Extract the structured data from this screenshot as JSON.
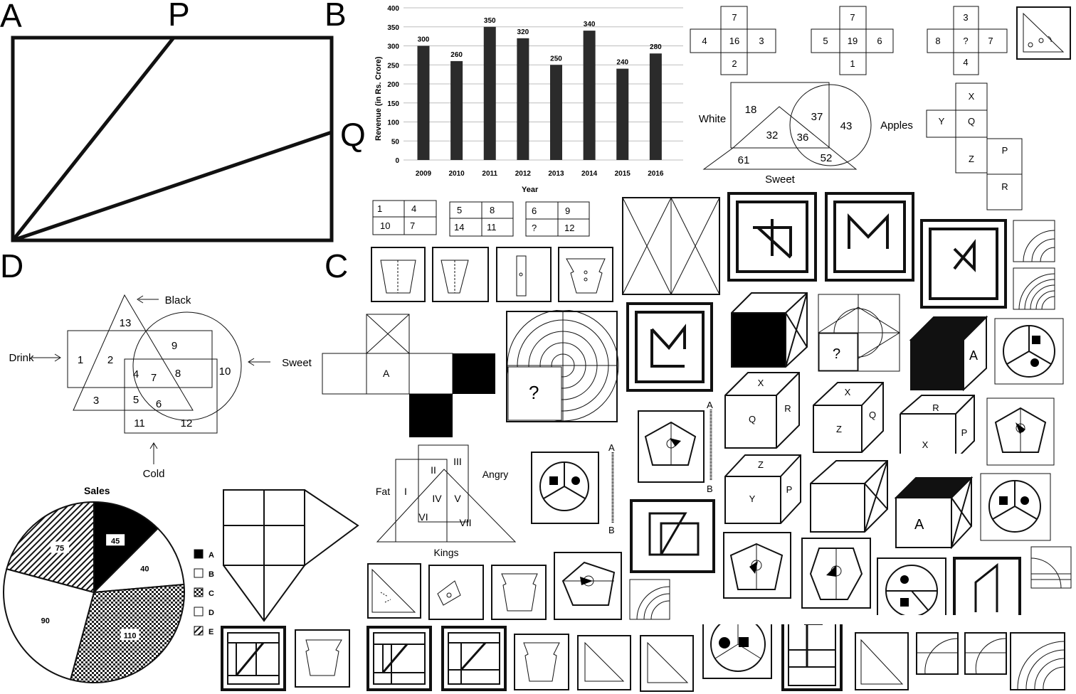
{
  "rect_figure": {
    "labels": {
      "a": "A",
      "p": "P",
      "b": "B",
      "q": "Q",
      "d": "D",
      "c": "C"
    }
  },
  "revenue_chart": {
    "chart_data": {
      "type": "bar",
      "categories": [
        "2009",
        "2010",
        "2011",
        "2012",
        "2013",
        "2014",
        "2015",
        "2016"
      ],
      "values": [
        300,
        260,
        350,
        320,
        250,
        340,
        240,
        280
      ],
      "ylabel": "Revenue (in Rs. Crore)",
      "xlabel": "Year",
      "ylim": [
        0,
        400
      ],
      "yticks": [
        "0",
        "50",
        "100",
        "150",
        "200",
        "250",
        "300",
        "350",
        "400"
      ],
      "grid": true,
      "bar_color": "#2b2b2b"
    }
  },
  "number_crosses": [
    {
      "top": "7",
      "left": "4",
      "center": "16",
      "right": "3",
      "bottom": "2"
    },
    {
      "top": "7",
      "left": "5",
      "center": "19",
      "right": "6",
      "bottom": "1"
    },
    {
      "top": "3",
      "left": "8",
      "center": "?",
      "right": "7",
      "bottom": "4"
    }
  ],
  "venn_food": {
    "labels": {
      "white": "White",
      "apples": "Apples",
      "sweet": "Sweet"
    },
    "values": [
      "18",
      "32",
      "36",
      "37",
      "43",
      "61",
      "52"
    ]
  },
  "cube_net_letters": {
    "x": "X",
    "y": "Y",
    "q": "Q",
    "z": "Z",
    "p": "P",
    "r": "R"
  },
  "small_grids": [
    {
      "tl": "1",
      "tr": "4",
      "bl": "10",
      "br": "7"
    },
    {
      "tl": "5",
      "tr": "8",
      "bl": "14",
      "br": "11"
    },
    {
      "tl": "6",
      "tr": "9",
      "bl": "?",
      "br": "12"
    }
  ],
  "venn_drink": {
    "labels": {
      "black": "Black",
      "drink": "Drink",
      "sweet": "Sweet",
      "cold": "Cold"
    },
    "values": [
      "13",
      "1",
      "2",
      "9",
      "4",
      "7",
      "8",
      "10",
      "3",
      "5",
      "6",
      "11",
      "12"
    ]
  },
  "cube_net_a": {
    "a": "A"
  },
  "question_mark": "?",
  "venn_roman": {
    "labels": {
      "fat": "Fat",
      "angry": "Angry",
      "kings": "Kings"
    },
    "values": [
      "I",
      "II",
      "III",
      "IV",
      "V",
      "VI",
      "VII"
    ]
  },
  "line_ab": {
    "a": "A",
    "b": "B"
  },
  "cubes": {
    "c1": {
      "top": "X",
      "front": "Q",
      "side": "R"
    },
    "c2": {
      "top": "X",
      "front": "Z",
      "side": "Q"
    },
    "c3": {
      "top": "R",
      "front": "X",
      "side": "P"
    },
    "c4": {
      "top": "Z",
      "front": "Y",
      "side": "P"
    },
    "c5": {
      "front": "A"
    },
    "c6": {
      "side": "A"
    }
  },
  "sales_pie": {
    "chart_data": {
      "type": "pie",
      "title": "Sales",
      "slices": [
        {
          "label": "A",
          "value": 45,
          "pattern": "black"
        },
        {
          "label": "B",
          "value": 40,
          "pattern": "white"
        },
        {
          "label": "C",
          "value": 110,
          "pattern": "checker"
        },
        {
          "label": "D",
          "value": 90,
          "pattern": "white"
        },
        {
          "label": "E",
          "value": 75,
          "pattern": "hatch"
        }
      ],
      "legend": "right"
    }
  }
}
